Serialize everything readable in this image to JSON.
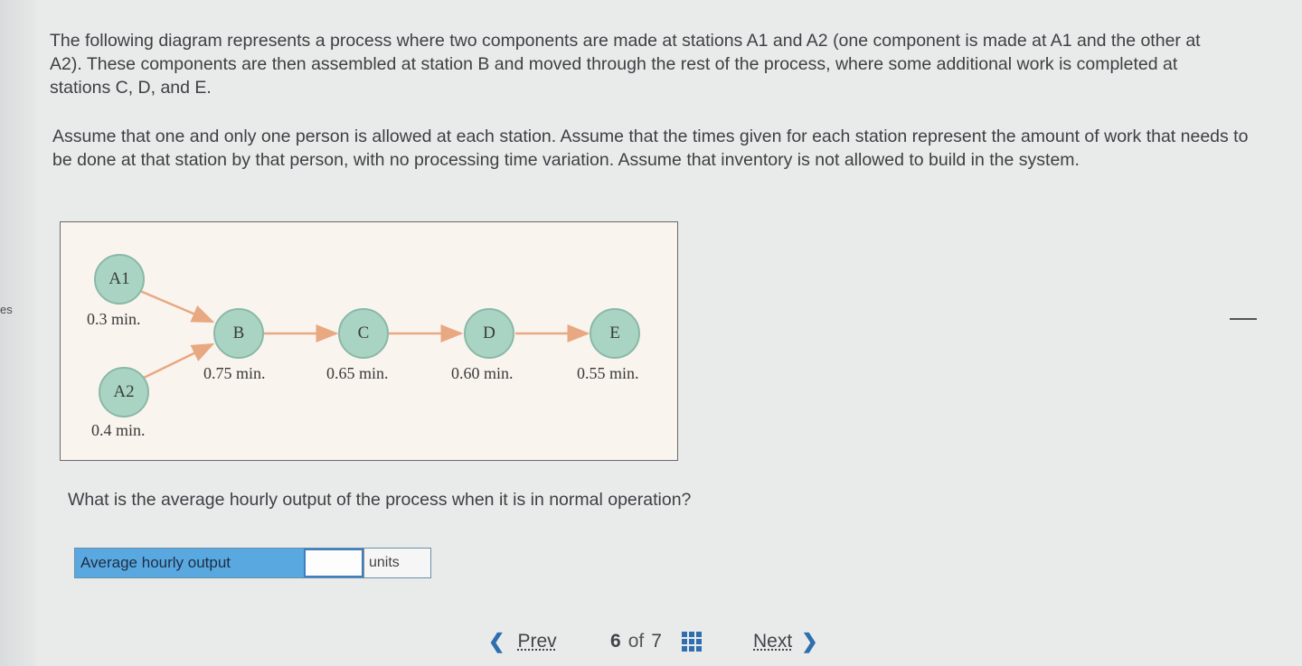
{
  "side_tab": "es",
  "paragraphs": {
    "p1": "The following diagram represents a process where two components are made at stations A1 and A2 (one component is made at A1 and the other at A2). These components are then assembled at station B and moved through the rest of the process, where some additional work is completed at stations C, D, and E.",
    "p2": "Assume that one and only one person is allowed at each station. Assume that the times given for each station represent the amount of work that needs to be done at that station by that person, with no processing time variation. Assume that inventory is not allowed to build in the system."
  },
  "diagram": {
    "stations": [
      {
        "id": "A1",
        "label": "A1",
        "time": "0.3 min."
      },
      {
        "id": "A2",
        "label": "A2",
        "time": "0.4 min."
      },
      {
        "id": "B",
        "label": "B",
        "time": "0.75 min."
      },
      {
        "id": "C",
        "label": "C",
        "time": "0.65 min."
      },
      {
        "id": "D",
        "label": "D",
        "time": "0.60 min."
      },
      {
        "id": "E",
        "label": "E",
        "time": "0.55 min."
      }
    ],
    "colors": {
      "node_fill": "#a9d4c4",
      "arrow": "#e8a882",
      "background": "#faf4ef"
    }
  },
  "question": "What is the average hourly output of the process when it is in normal operation?",
  "answer": {
    "label": "Average hourly output",
    "value": "",
    "placeholder": "",
    "unit": "units"
  },
  "nav": {
    "prev_label": "Prev",
    "current_page": "6",
    "of_label": "of",
    "total_pages": "7",
    "next_label": "Next"
  },
  "icons": {
    "prev": "chevron-left-icon",
    "next": "chevron-right-icon",
    "grid": "grid-icon"
  }
}
